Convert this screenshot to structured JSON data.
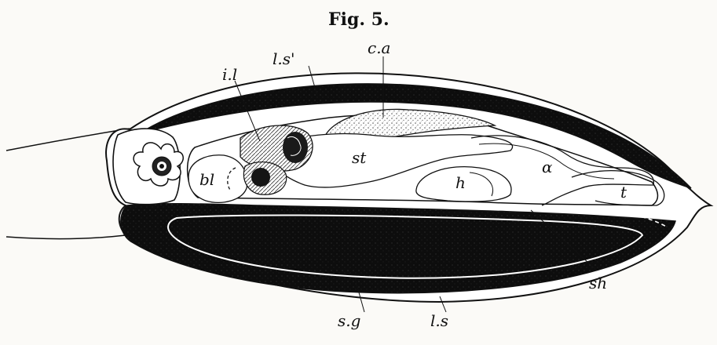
{
  "figure": {
    "title": "Fig. 5.",
    "labels": {
      "ls_prime": "l.s'",
      "ca": "c.a",
      "il": "i.l",
      "st": "st",
      "bl": "bl",
      "h": "h",
      "alpha": "α",
      "t": "t",
      "sh": "sh",
      "sg": "s.g",
      "ls": "l.s"
    }
  },
  "colors": {
    "ink": "#111111",
    "paper": "#fbfaf7",
    "stipple": "#6a6a6a"
  }
}
